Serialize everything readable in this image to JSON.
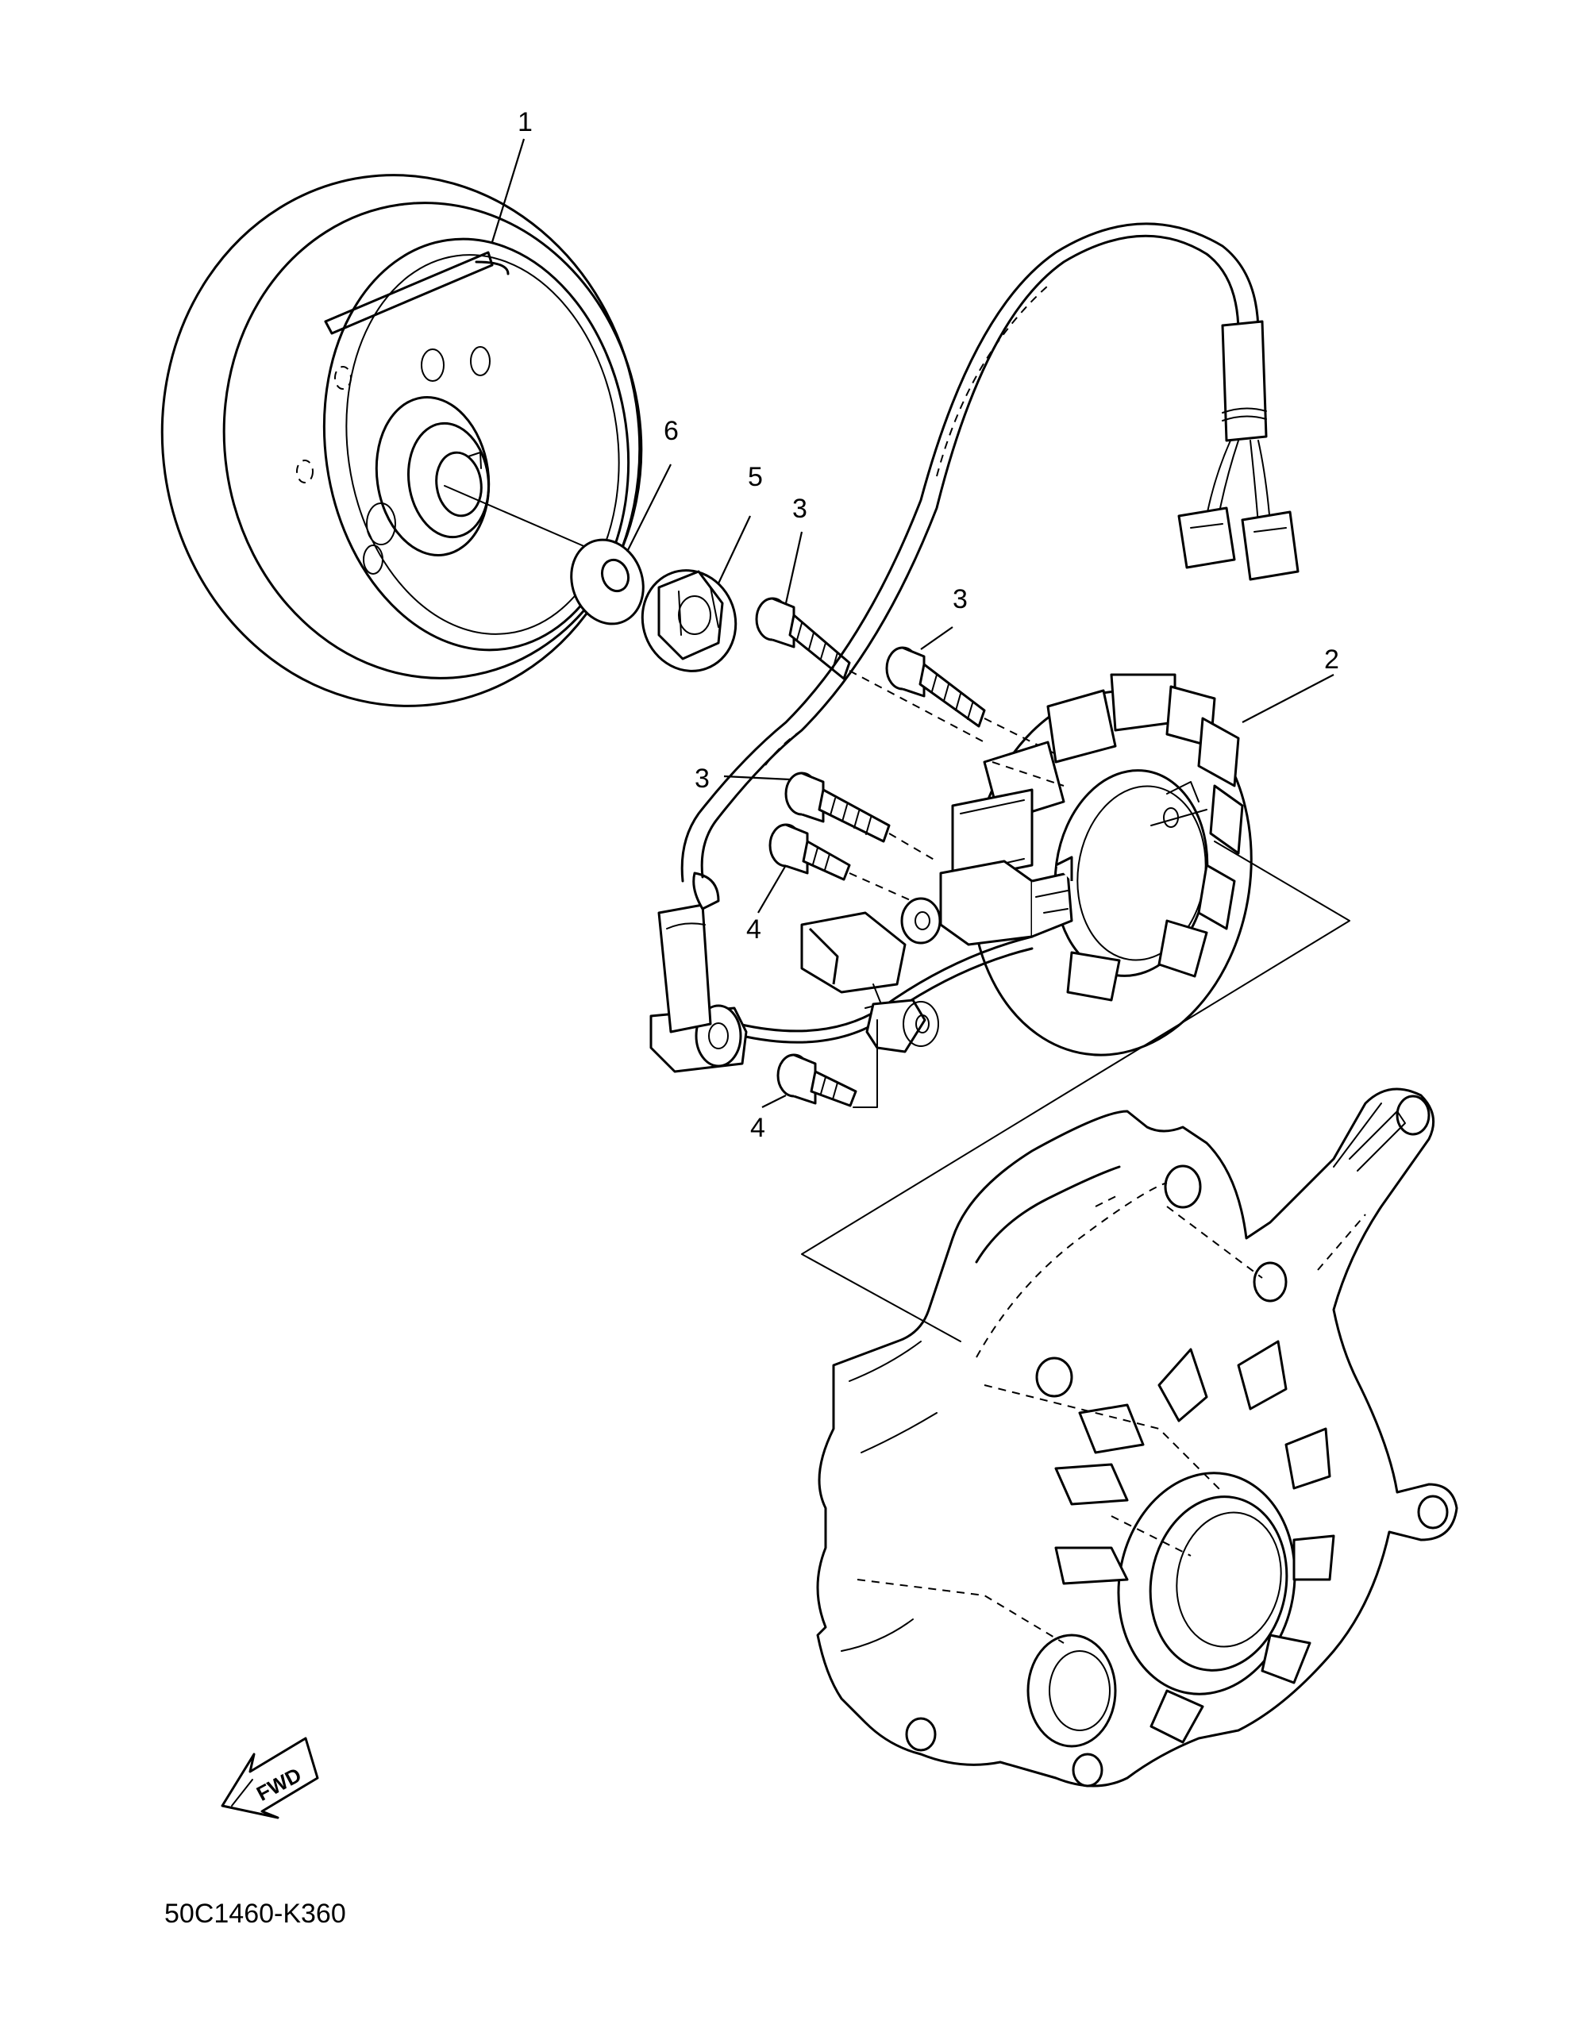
{
  "diagram": {
    "callouts": {
      "flywheel": "1",
      "stator": "2",
      "screw_a": "3",
      "screw_b": "3",
      "screw_c": "3",
      "screw_d": "4",
      "screw_e": "4",
      "nut": "5",
      "washer": "6"
    },
    "direction_label": "FWD",
    "figure_code": "50C1460-K360"
  }
}
